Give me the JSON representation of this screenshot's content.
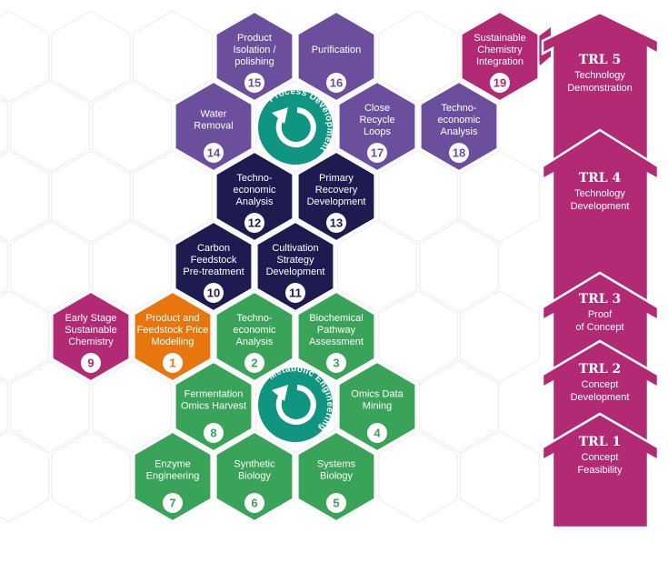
{
  "colors": {
    "process": "#6c4f9c",
    "recovery": "#1d1b4f",
    "metabolic": "#3aa35a",
    "pricing": "#e8760e",
    "sustainable": "#b12a73",
    "cycle": "#0f9580",
    "grid": "#ececec"
  },
  "hexes": [
    {
      "num": "1",
      "lines": [
        "Product and",
        "Feedstock Price",
        "Modelling"
      ],
      "group": "pricing"
    },
    {
      "num": "2",
      "lines": [
        "Techno-",
        "economic",
        "Analysis"
      ],
      "group": "metabolic"
    },
    {
      "num": "3",
      "lines": [
        "Biochemical",
        "Pathway",
        "Assessment"
      ],
      "group": "metabolic"
    },
    {
      "num": "4",
      "lines": [
        "Omics Data",
        "Mining"
      ],
      "group": "metabolic"
    },
    {
      "num": "5",
      "lines": [
        "Systems",
        "Biology"
      ],
      "group": "metabolic"
    },
    {
      "num": "6",
      "lines": [
        "Synthetic",
        "Biology"
      ],
      "group": "metabolic"
    },
    {
      "num": "7",
      "lines": [
        "Enzyme",
        "Engineering"
      ],
      "group": "metabolic"
    },
    {
      "num": "8",
      "lines": [
        "Fermentation",
        "Omics Harvest"
      ],
      "group": "metabolic"
    },
    {
      "num": "9",
      "lines": [
        "Early Stage",
        "Sustainable",
        "Chemistry"
      ],
      "group": "sustainable"
    },
    {
      "num": "10",
      "lines": [
        "Carbon",
        "Feedstock",
        "Pre-treatment"
      ],
      "group": "recovery"
    },
    {
      "num": "11",
      "lines": [
        "Cultivation",
        "Strategy",
        "Development"
      ],
      "group": "recovery"
    },
    {
      "num": "12",
      "lines": [
        "Techno-",
        "economic",
        "Analysis"
      ],
      "group": "recovery"
    },
    {
      "num": "13",
      "lines": [
        "Primary",
        "Recovery",
        "Development"
      ],
      "group": "recovery"
    },
    {
      "num": "14",
      "lines": [
        "Water",
        "Removal"
      ],
      "group": "process"
    },
    {
      "num": "15",
      "lines": [
        "Product",
        "Isolation /",
        "polishing"
      ],
      "group": "process"
    },
    {
      "num": "16",
      "lines": [
        "Purification"
      ],
      "group": "process"
    },
    {
      "num": "17",
      "lines": [
        "Close",
        "Recycle",
        "Loops"
      ],
      "group": "process"
    },
    {
      "num": "18",
      "lines": [
        "Techno-",
        "economic",
        "Analysis"
      ],
      "group": "process"
    },
    {
      "num": "19",
      "lines": [
        "Sustainable",
        "Chemistry",
        "Integration"
      ],
      "group": "sustainable"
    }
  ],
  "cycles": [
    {
      "id": "process",
      "label": "Process Development"
    },
    {
      "id": "metabolic",
      "label": "Metabolic Engineering"
    }
  ],
  "trl": [
    {
      "level": "TRL 5",
      "lines": [
        "Technology",
        "Demonstration"
      ]
    },
    {
      "level": "TRL 4",
      "lines": [
        "Technology",
        "Development"
      ]
    },
    {
      "level": "TRL 3",
      "lines": [
        "Proof",
        "of Concept"
      ]
    },
    {
      "level": "TRL 2",
      "lines": [
        "Concept",
        "Development"
      ]
    },
    {
      "level": "TRL 1",
      "lines": [
        "Concept",
        "Feasibility"
      ]
    }
  ]
}
